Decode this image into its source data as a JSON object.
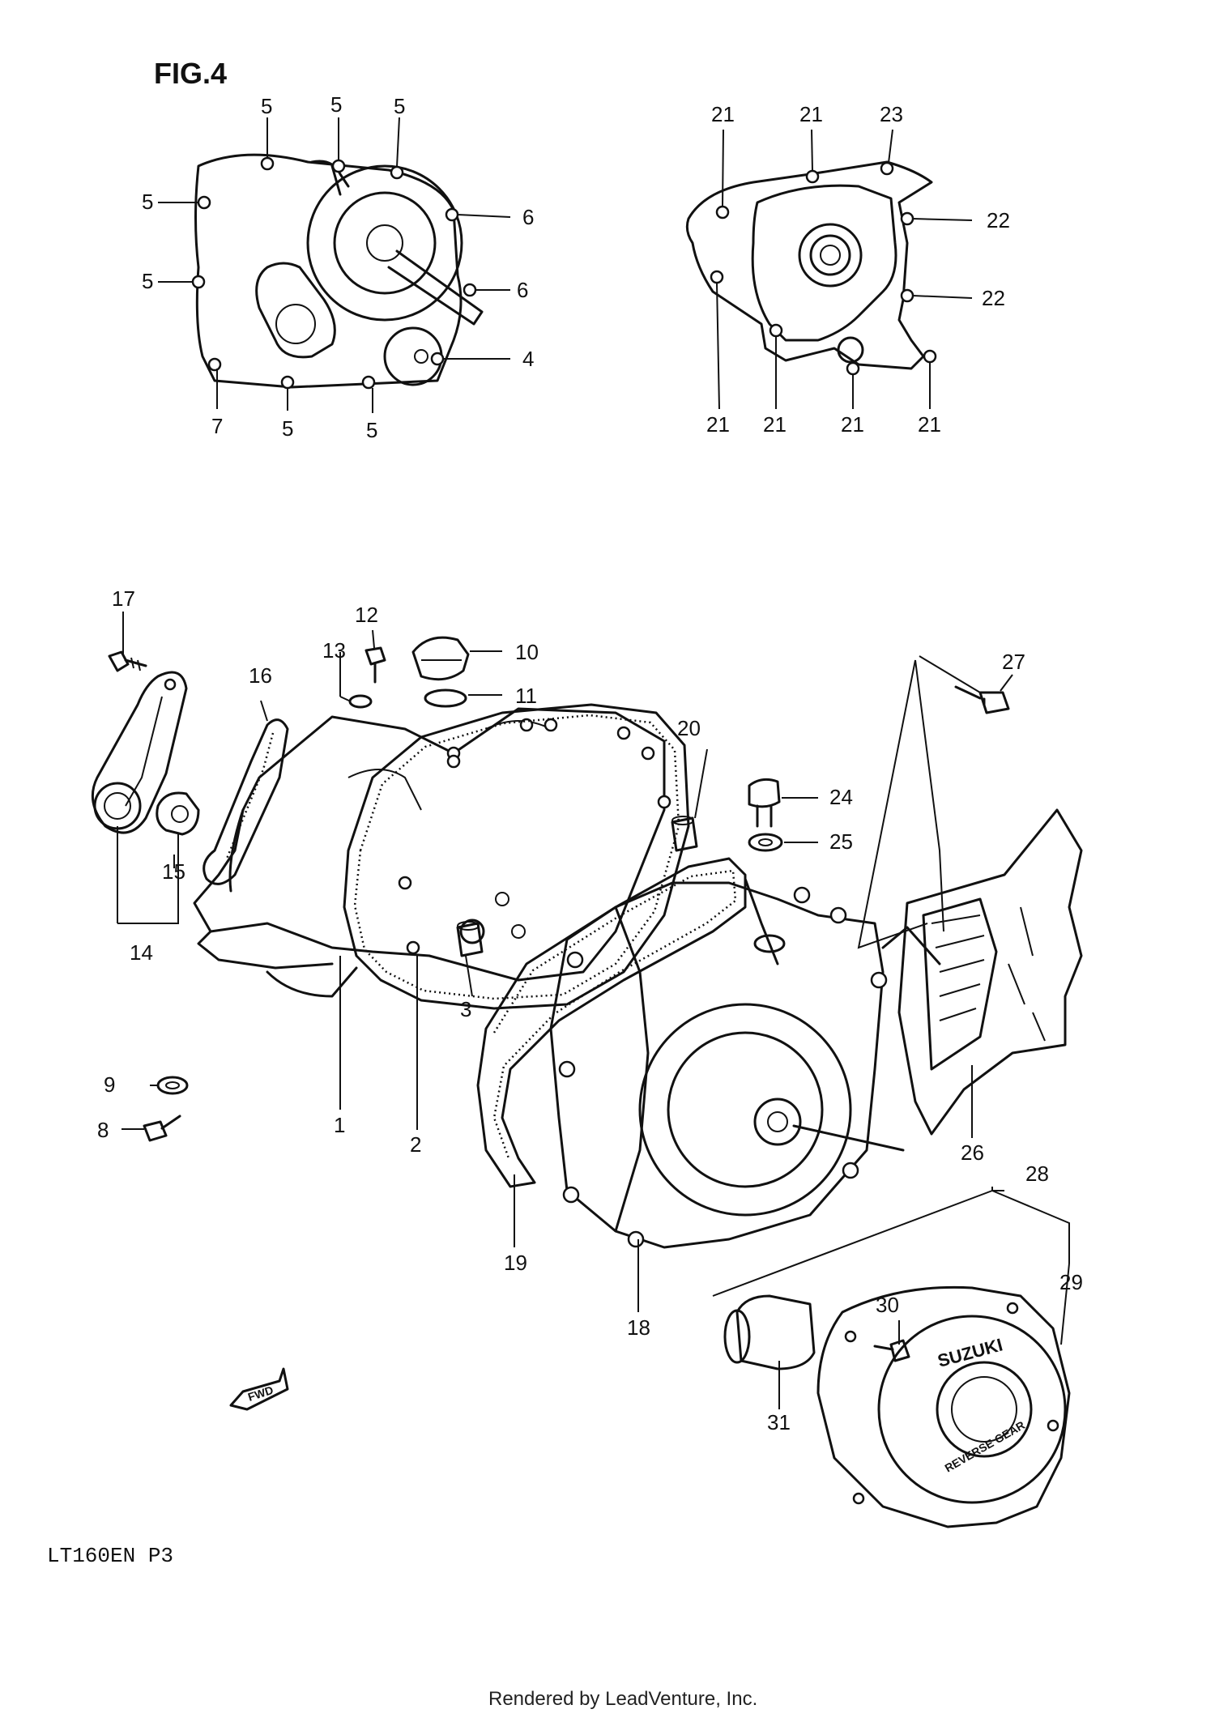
{
  "figure_title": "FIG.4",
  "model_code": "LT160EN  P3",
  "footer_text": "Rendered by LeadVenture, Inc.",
  "fwd_label": "FWD",
  "cover_stamp": {
    "top": "SUZUKI",
    "bottom": "REVERSE GEAR"
  },
  "callouts": {
    "c1": "1",
    "c2": "2",
    "c3": "3",
    "c4": "4",
    "c5": "5",
    "c6": "6",
    "c7": "7",
    "c8": "8",
    "c9": "9",
    "c10": "10",
    "c11": "11",
    "c12": "12",
    "c13": "13",
    "c14": "14",
    "c15": "15",
    "c16": "16",
    "c17": "17",
    "c18": "18",
    "c19": "19",
    "c20": "20",
    "c21": "21",
    "c22": "22",
    "c23": "23",
    "c24": "24",
    "c25": "25",
    "c26": "26",
    "c27": "27",
    "c28": "28",
    "c29": "29",
    "c30": "30",
    "c31": "31"
  }
}
